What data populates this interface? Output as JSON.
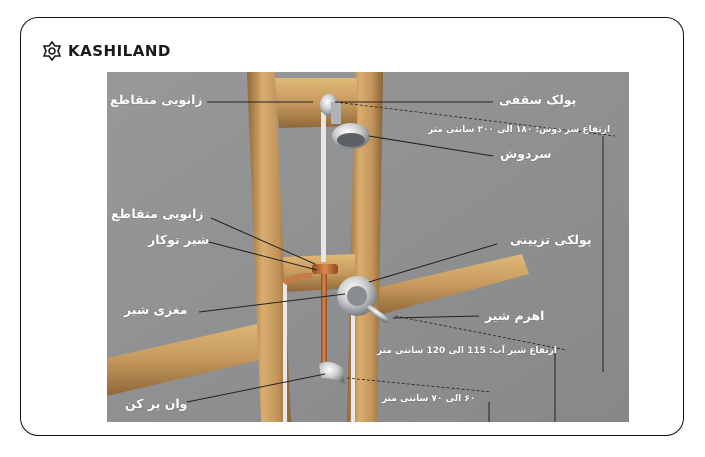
{
  "brand": {
    "name": "KASHILAND"
  },
  "labels": {
    "ceiling_flange": "پولک سقفی",
    "elbow_top": "زانویی متقاطع",
    "shower_height": "ارتفاع سر دوش: ۱۸۰ الی ۲۰۰ سانتی متر",
    "shower_head": "سردوش",
    "elbow_mid": "زانویی متقاطع",
    "concealed_valve": "شیر توکار",
    "decorative_flange": "پولکی تزیینی",
    "valve_core": "مغزی شیر",
    "valve_lever": "اهرم شیر",
    "valve_height": "ارتفاع شیر آب: 115 الی 120 سانتی متر",
    "diverter": "وان پر کن",
    "diverter_height": "۶۰ الی ۷۰ سانتی متر"
  },
  "colors": {
    "background": "#8e9092",
    "wood": "#c69a5e",
    "copper": "#c0703a",
    "chrome": "#d7d9db"
  }
}
